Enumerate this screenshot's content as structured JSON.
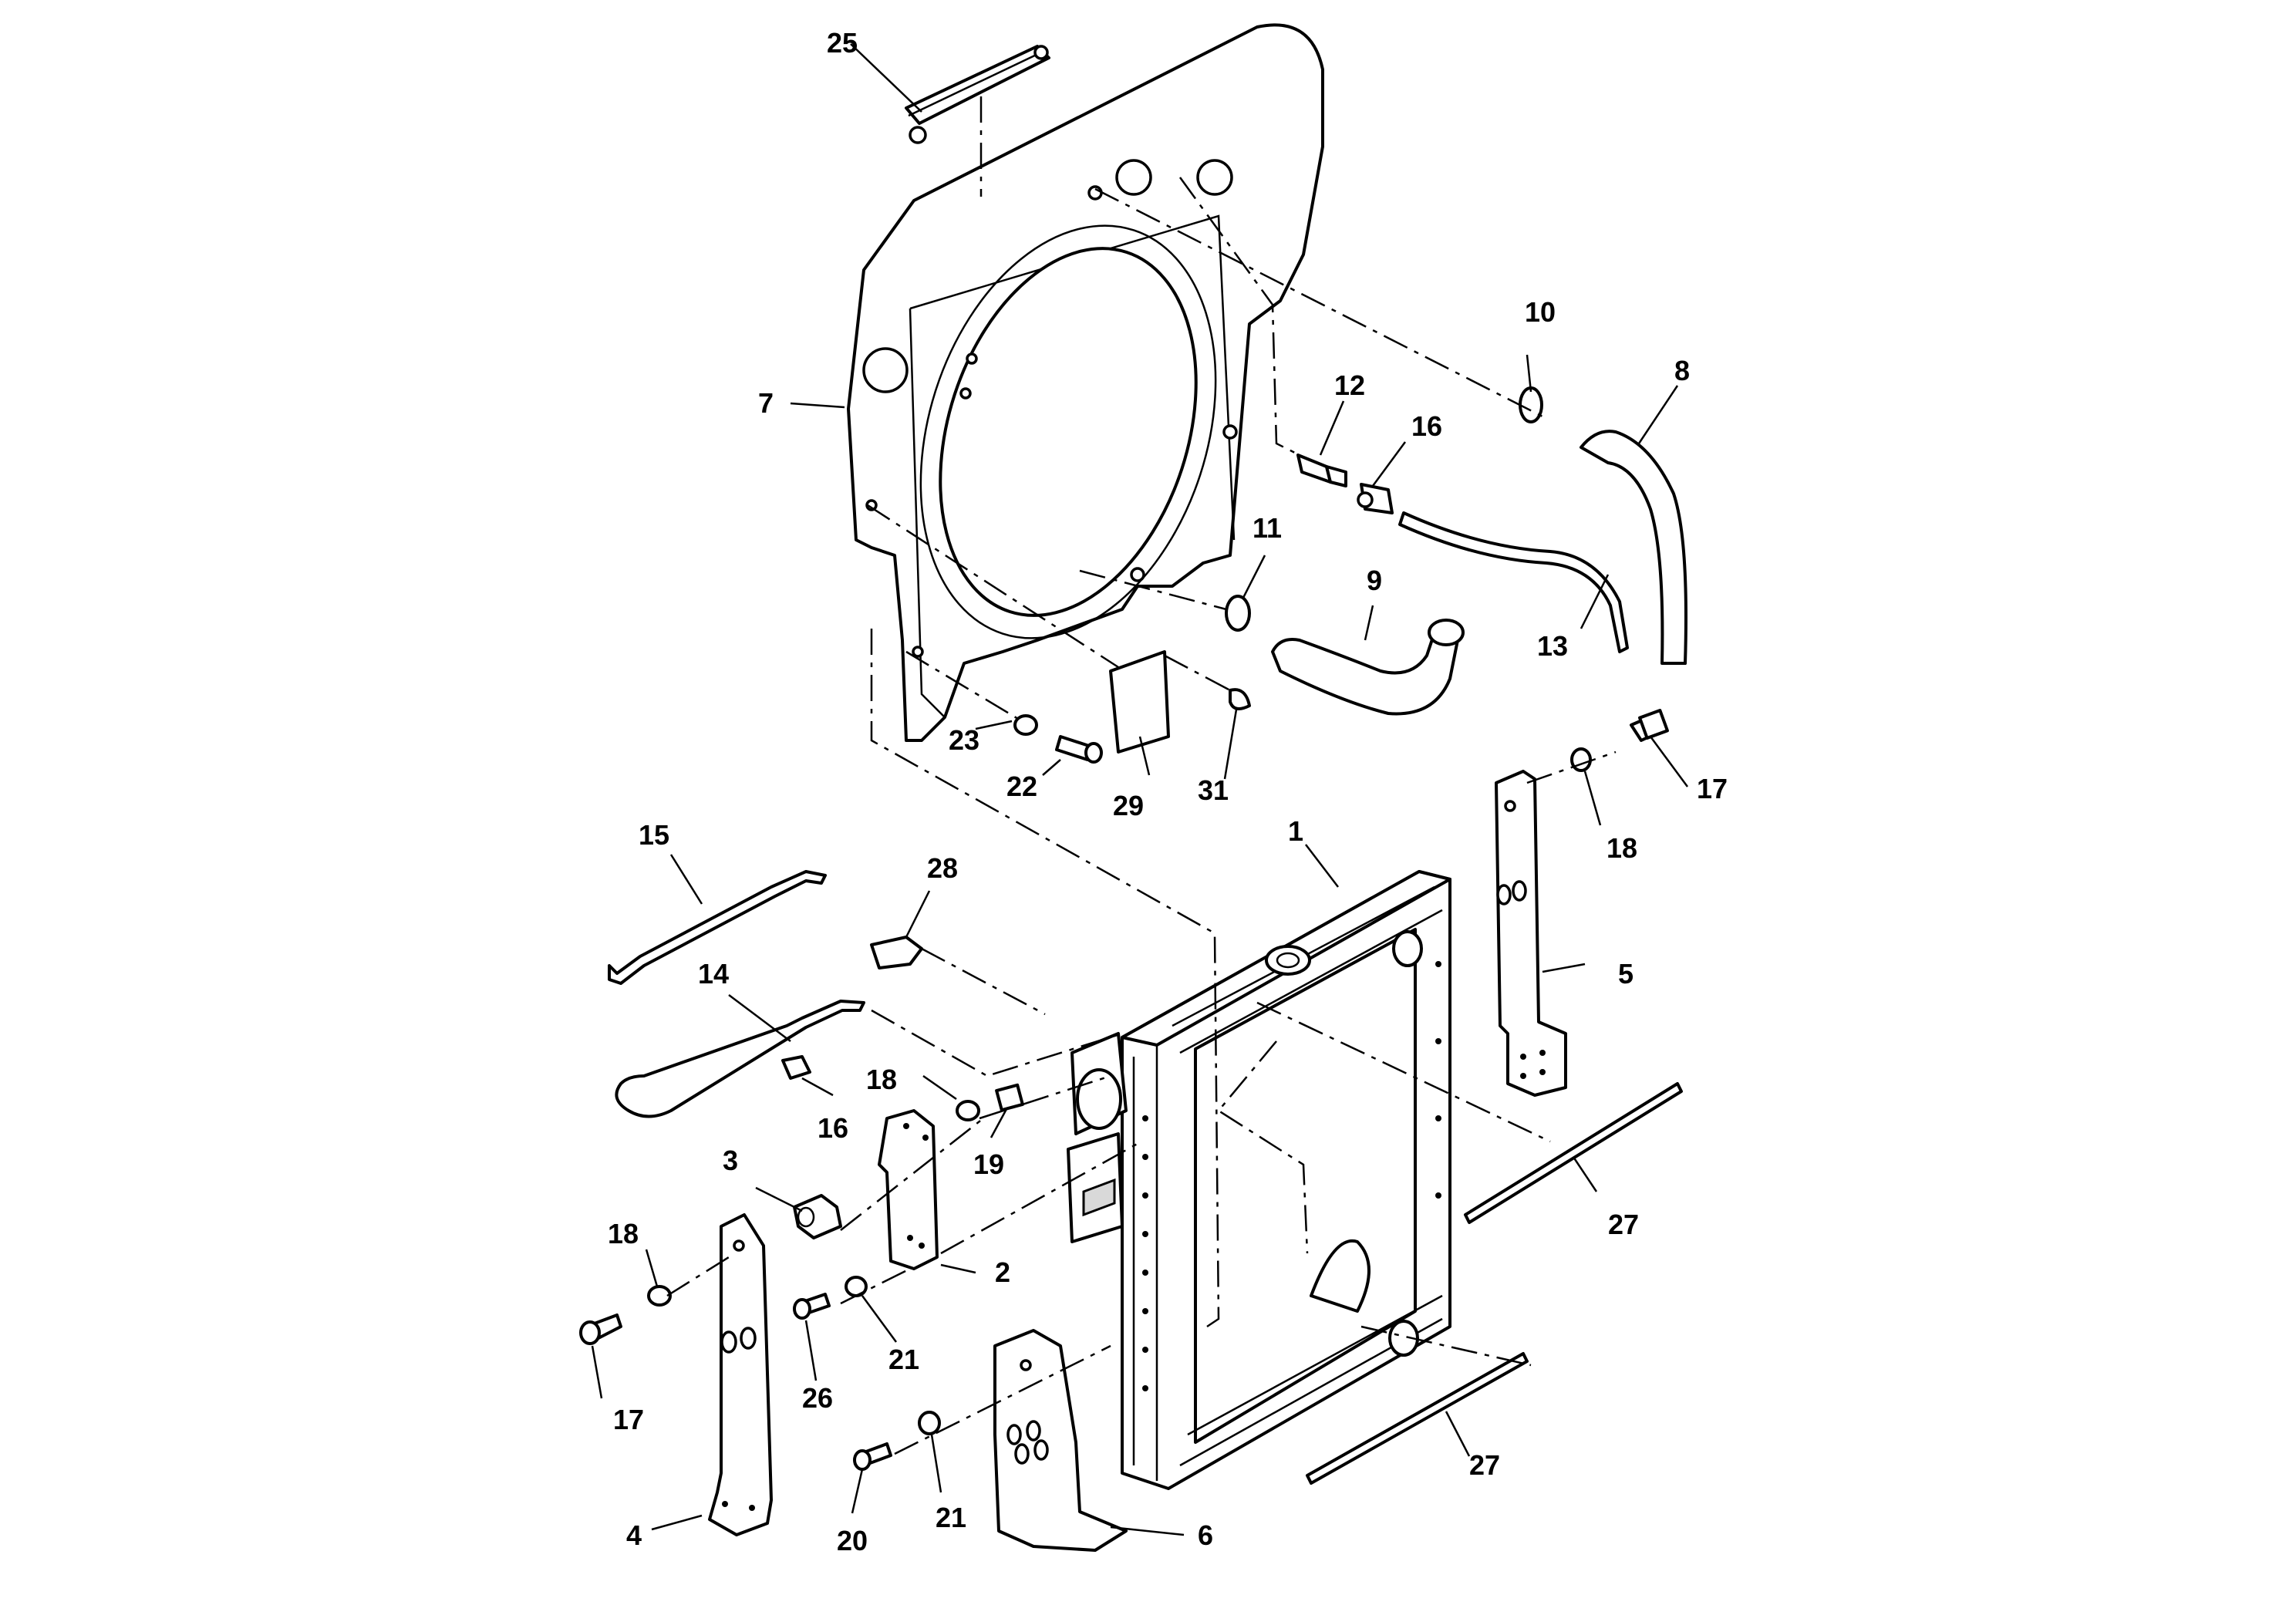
{
  "diagram": {
    "callouts": [
      {
        "id": "c1",
        "text": "1"
      },
      {
        "id": "c2",
        "text": "2"
      },
      {
        "id": "c3",
        "text": "3"
      },
      {
        "id": "c4",
        "text": "4"
      },
      {
        "id": "c5",
        "text": "5"
      },
      {
        "id": "c6",
        "text": "6"
      },
      {
        "id": "c7",
        "text": "7"
      },
      {
        "id": "c8",
        "text": "8"
      },
      {
        "id": "c9",
        "text": "9"
      },
      {
        "id": "c10",
        "text": "10"
      },
      {
        "id": "c11",
        "text": "11"
      },
      {
        "id": "c12",
        "text": "12"
      },
      {
        "id": "c13",
        "text": "13"
      },
      {
        "id": "c14",
        "text": "14"
      },
      {
        "id": "c15",
        "text": "15"
      },
      {
        "id": "c16a",
        "text": "16"
      },
      {
        "id": "c16b",
        "text": "16"
      },
      {
        "id": "c17a",
        "text": "17"
      },
      {
        "id": "c17b",
        "text": "17"
      },
      {
        "id": "c18a",
        "text": "18"
      },
      {
        "id": "c18b",
        "text": "18"
      },
      {
        "id": "c18c",
        "text": "18"
      },
      {
        "id": "c19",
        "text": "19"
      },
      {
        "id": "c20",
        "text": "20"
      },
      {
        "id": "c21a",
        "text": "21"
      },
      {
        "id": "c21b",
        "text": "21"
      },
      {
        "id": "c22",
        "text": "22"
      },
      {
        "id": "c23",
        "text": "23"
      },
      {
        "id": "c25",
        "text": "25"
      },
      {
        "id": "c26",
        "text": "26"
      },
      {
        "id": "c27a",
        "text": "27"
      },
      {
        "id": "c27b",
        "text": "27"
      },
      {
        "id": "c28",
        "text": "28"
      },
      {
        "id": "c29",
        "text": "29"
      },
      {
        "id": "c31",
        "text": "31"
      }
    ]
  }
}
